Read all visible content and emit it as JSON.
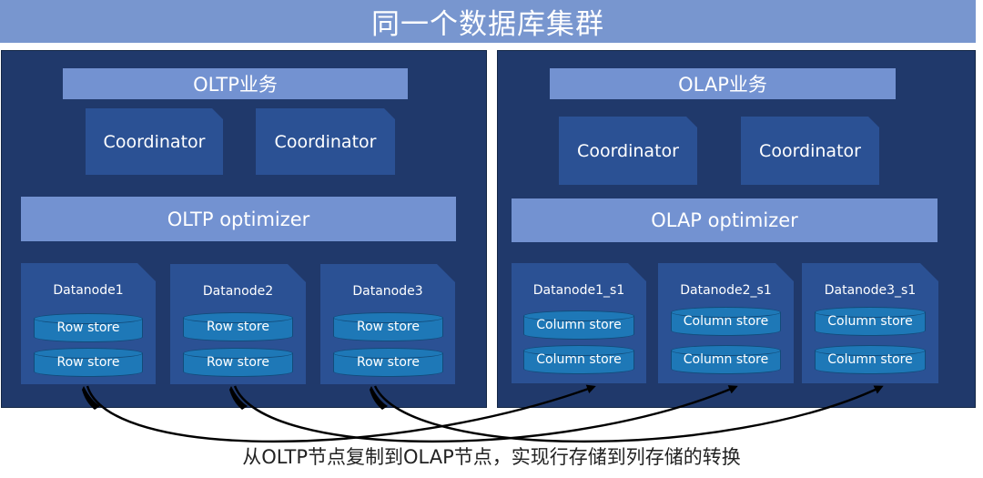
{
  "title": "同一个数据库集群",
  "left": {
    "business": "OLTP业务",
    "coordinators": [
      "Coordinator",
      "Coordinator"
    ],
    "optimizer": "OLTP optimizer",
    "datanodes": [
      {
        "name": "Datanode1",
        "stores": [
          "Row store",
          "Row store"
        ]
      },
      {
        "name": "Datanode2",
        "stores": [
          "Row store",
          "Row store"
        ]
      },
      {
        "name": "Datanode3",
        "stores": [
          "Row store",
          "Row store"
        ]
      }
    ]
  },
  "right": {
    "business": "OLAP业务",
    "coordinators": [
      "Coordinator",
      "Coordinator"
    ],
    "optimizer": "OLAP optimizer",
    "datanodes": [
      {
        "name": "Datanode1_s1",
        "stores": [
          "Column store",
          "Column store"
        ]
      },
      {
        "name": "Datanode2_s1",
        "stores": [
          "Column store",
          "Column store"
        ]
      },
      {
        "name": "Datanode3_s1",
        "stores": [
          "Column store",
          "Column store"
        ]
      }
    ]
  },
  "caption": "从OLTP节点复制到OLAP节点，实现行存储到列存储的转换"
}
